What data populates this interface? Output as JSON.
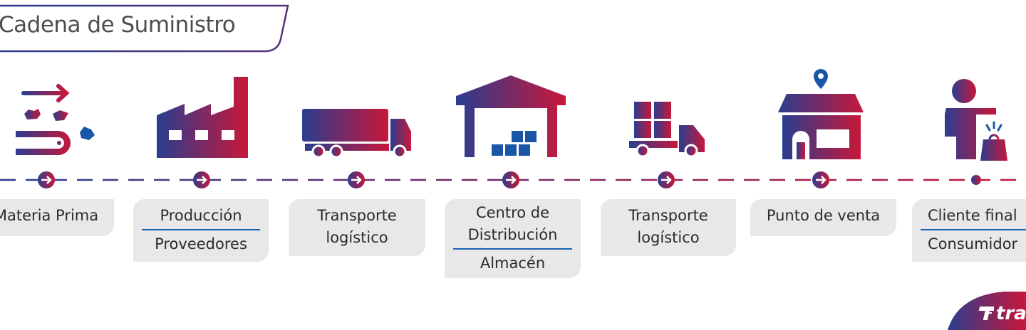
{
  "title": "Cadena de Suministro",
  "colors": {
    "gradient_start": "#2a3d8f",
    "gradient_end": "#c8173a",
    "separator": "#1a63b5",
    "box_bg": "#e8e8e8",
    "title_text": "#4d4d4f"
  },
  "steps": [
    {
      "icon": "raw-material-conveyor-icon",
      "line1": "Materia Prima"
    },
    {
      "icon": "factory-icon",
      "line1": "Producción",
      "line2": "Proveedores"
    },
    {
      "icon": "truck-icon",
      "line1": "Transporte",
      "line1b": "logístico"
    },
    {
      "icon": "warehouse-icon",
      "line1": "Centro de",
      "line1b": "Distribución",
      "line2": "Almacén"
    },
    {
      "icon": "truck-boxes-icon",
      "line1": "Transporte",
      "line1b": "logístico"
    },
    {
      "icon": "store-location-icon",
      "line1": "Punto de venta"
    },
    {
      "icon": "customer-bag-icon",
      "line1": "Cliente final",
      "line2": "Consumidor"
    }
  ],
  "logo": {
    "text": "tra"
  }
}
